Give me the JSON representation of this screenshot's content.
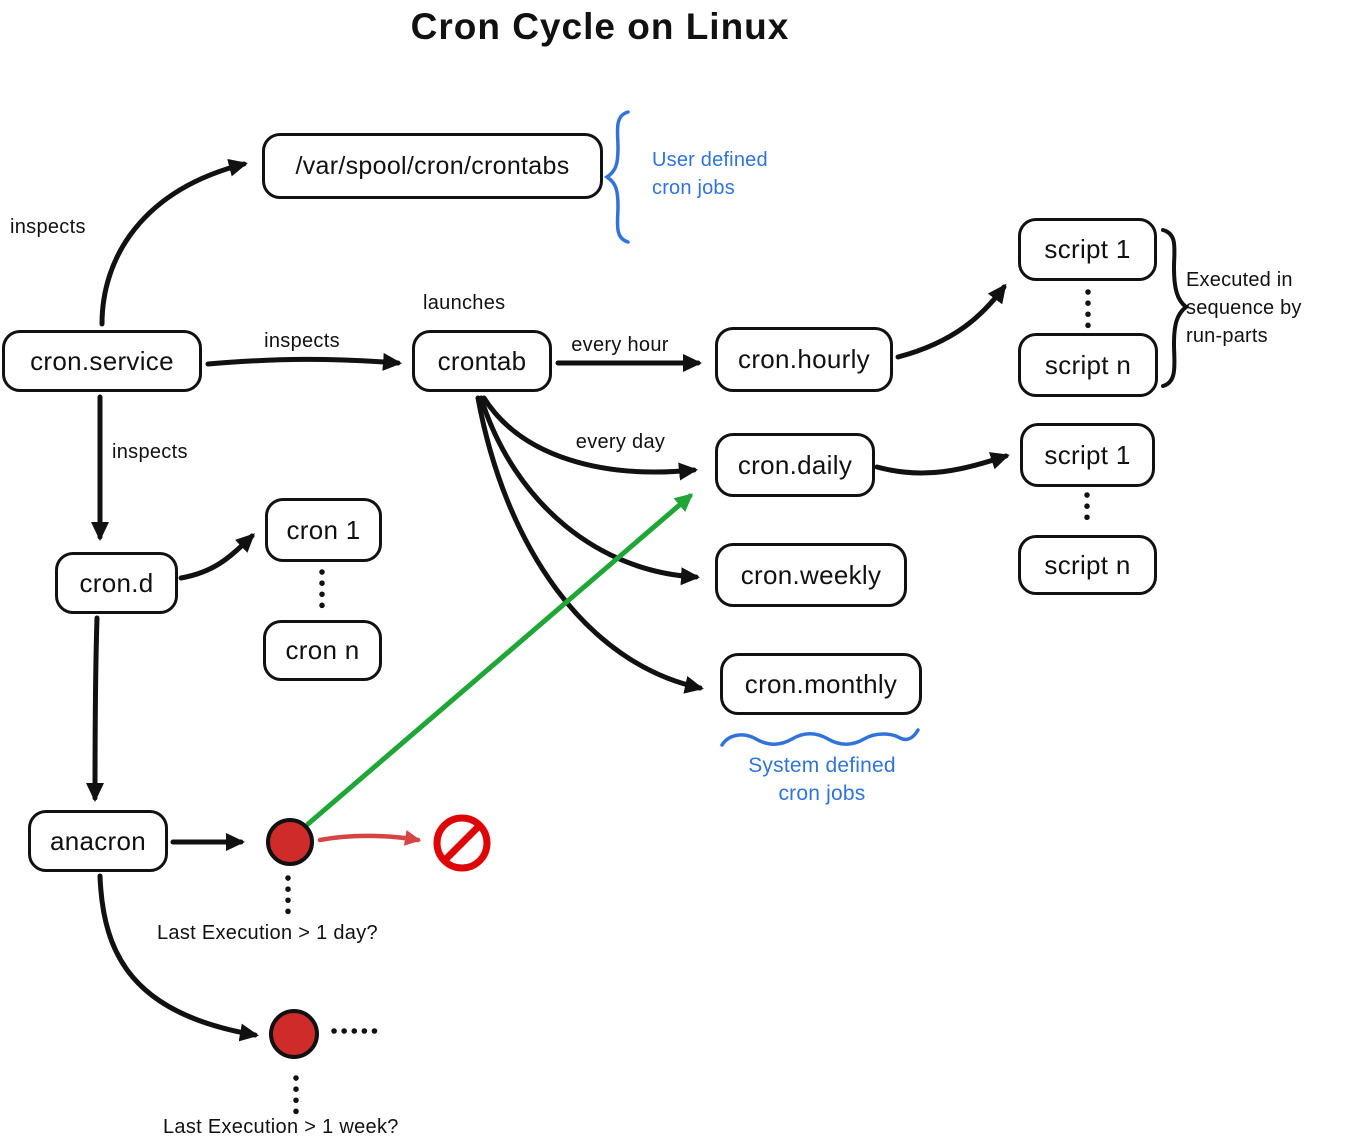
{
  "title": "Cron Cycle on Linux",
  "nodes": {
    "cron_service": "cron.service",
    "crontabs_path": "/var/spool/cron/crontabs",
    "crontab": "crontab",
    "cron_hourly": "cron.hourly",
    "cron_daily": "cron.daily",
    "cron_weekly": "cron.weekly",
    "cron_monthly": "cron.monthly",
    "cron_d": "cron.d",
    "cron_1": "cron 1",
    "cron_n": "cron n",
    "anacron": "anacron",
    "script_1_hourly": "script 1",
    "script_n_hourly": "script n",
    "script_1_daily": "script 1",
    "script_n_daily": "script n"
  },
  "edge_labels": {
    "inspects": "inspects",
    "launches": "launches",
    "every_hour": "every hour",
    "every_day": "every day"
  },
  "annotations": {
    "user_defined": {
      "line1": "User defined",
      "line2": "cron jobs"
    },
    "system_defined": {
      "line1": "System defined",
      "line2": "cron jobs"
    },
    "run_parts": {
      "line1": "Executed in",
      "line2": "sequence by",
      "line3": "run-parts"
    },
    "last_execution_day": "Last Execution > 1 day?",
    "last_execution_week": "Last Execution > 1 week?"
  },
  "colors": {
    "ink": "#111111",
    "blue": "#3273d9",
    "green": "#1fa637",
    "red_fill": "#cf2b2b",
    "red_arrow": "#d64545",
    "no_entry_red": "#dd0505"
  }
}
